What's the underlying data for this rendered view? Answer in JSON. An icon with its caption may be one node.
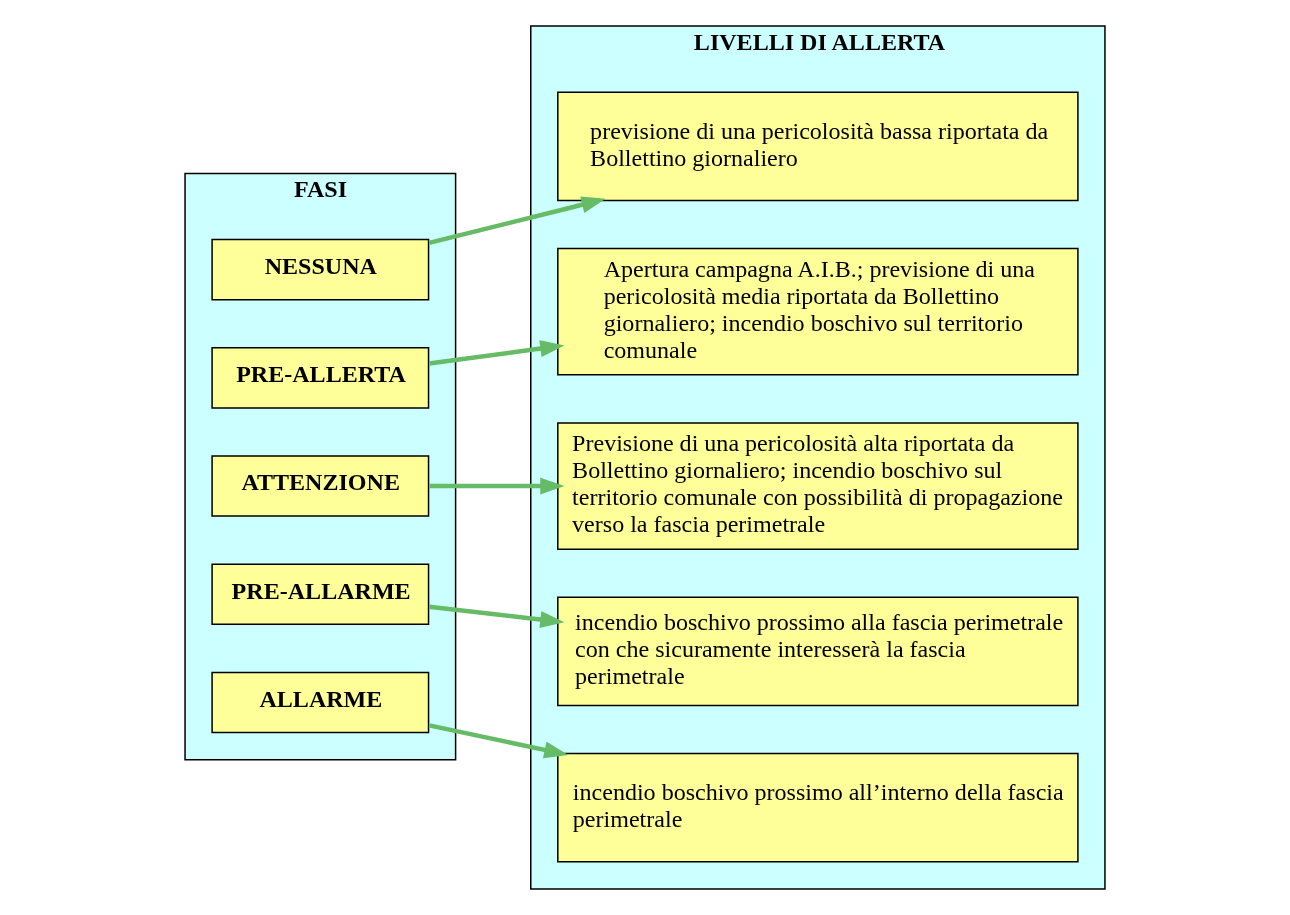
{
  "diagram": {
    "nodes": [
      {
        "text": [
          "FASI"
        ]
      },
      {
        "text": [
          "NESSUNA"
        ],
        "in": 0
      },
      {
        "text": [
          "PRE-ALLERTA"
        ],
        "in": 0
      },
      {
        "text": [
          "ATTENZIONE"
        ],
        "in": 0
      },
      {
        "text": [
          "PRE-ALLARME"
        ],
        "in": 0
      },
      {
        "text": [
          "ALLARME"
        ],
        "in": 0
      },
      {
        "text": [
          "LIVELLI DI ALLERTA"
        ]
      },
      {
        "text": [
          "previsione di una pericolosità bassa riportata da Bollettino giornaliero"
        ],
        "in": 6
      },
      {
        "text": [
          "Apertura campagna A.I.B.; previsione di una pericolosità media riportata da Bollettino giornaliero; incendio boschivo sul territorio comunale"
        ],
        "in": 6
      },
      {
        "text": [
          "Previsione di una pericolosità alta riportata da Bollettino giornaliero; incendio boschivo sul territorio comunale con possibilità di propagazione verso la fascia perimetrale"
        ],
        "in": 6
      },
      {
        "text": [
          "incendio boschivo prossimo alla fascia perimetrale con che sicuramente interesserà la fascia perimetrale"
        ],
        "in": 6
      },
      {
        "text": [
          "incendio boschivo prossimo all’interno della fascia perimetrale"
        ],
        "in": 6
      }
    ],
    "edges": [
      {
        "from": 1,
        "to": 7,
        "arrow": "to"
      },
      {
        "from": 2,
        "to": 8,
        "arrow": "to"
      },
      {
        "from": 3,
        "to": 9,
        "arrow": "to"
      },
      {
        "from": 4,
        "to": 10,
        "arrow": "to"
      },
      {
        "from": 5,
        "to": 11,
        "arrow": "to"
      }
    ]
  }
}
